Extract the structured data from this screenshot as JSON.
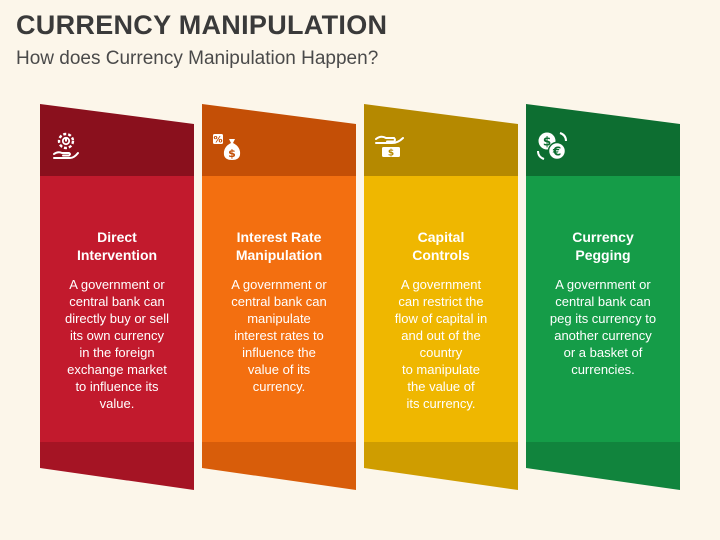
{
  "header": {
    "title": "CURRENCY MANIPULATION",
    "subtitle": "How does Currency Manipulation Happen?"
  },
  "cards": [
    {
      "title_line1": "Direct",
      "title_line2": "Intervention",
      "body": [
        "A government or",
        "central bank can",
        "directly buy or sell",
        "its own currency",
        "in the foreign",
        "exchange market",
        "to influence its",
        "value."
      ],
      "icon": "gear-hand-icon",
      "colors": {
        "main": "#c21a2d",
        "dark": "#8a101d",
        "fold": "#a51424"
      }
    },
    {
      "title_line1": "Interest Rate",
      "title_line2": "Manipulation",
      "body": [
        "A government or",
        "central bank can",
        "manipulate",
        "interest rates to",
        "influence the",
        "value of its",
        "currency."
      ],
      "icon": "money-bag-percent-icon",
      "colors": {
        "main": "#f36f10",
        "dark": "#c44f06",
        "fold": "#d85d0a"
      }
    },
    {
      "title_line1": "Capital",
      "title_line2": "Controls",
      "body": [
        "A government",
        "can restrict the",
        "flow of capital in",
        "and out of the",
        "country",
        "to manipulate",
        "the value of",
        "its currency."
      ],
      "icon": "hand-cash-icon",
      "colors": {
        "main": "#efb700",
        "dark": "#b58900",
        "fold": "#cf9d00"
      }
    },
    {
      "title_line1": "Currency",
      "title_line2": "Pegging",
      "body": [
        "A government or",
        "central bank can",
        "peg its currency to",
        "another currency",
        "or a basket of",
        "currencies."
      ],
      "icon": "currency-exchange-icon",
      "colors": {
        "main": "#159c48",
        "dark": "#0d6e31",
        "fold": "#11843d"
      }
    }
  ]
}
